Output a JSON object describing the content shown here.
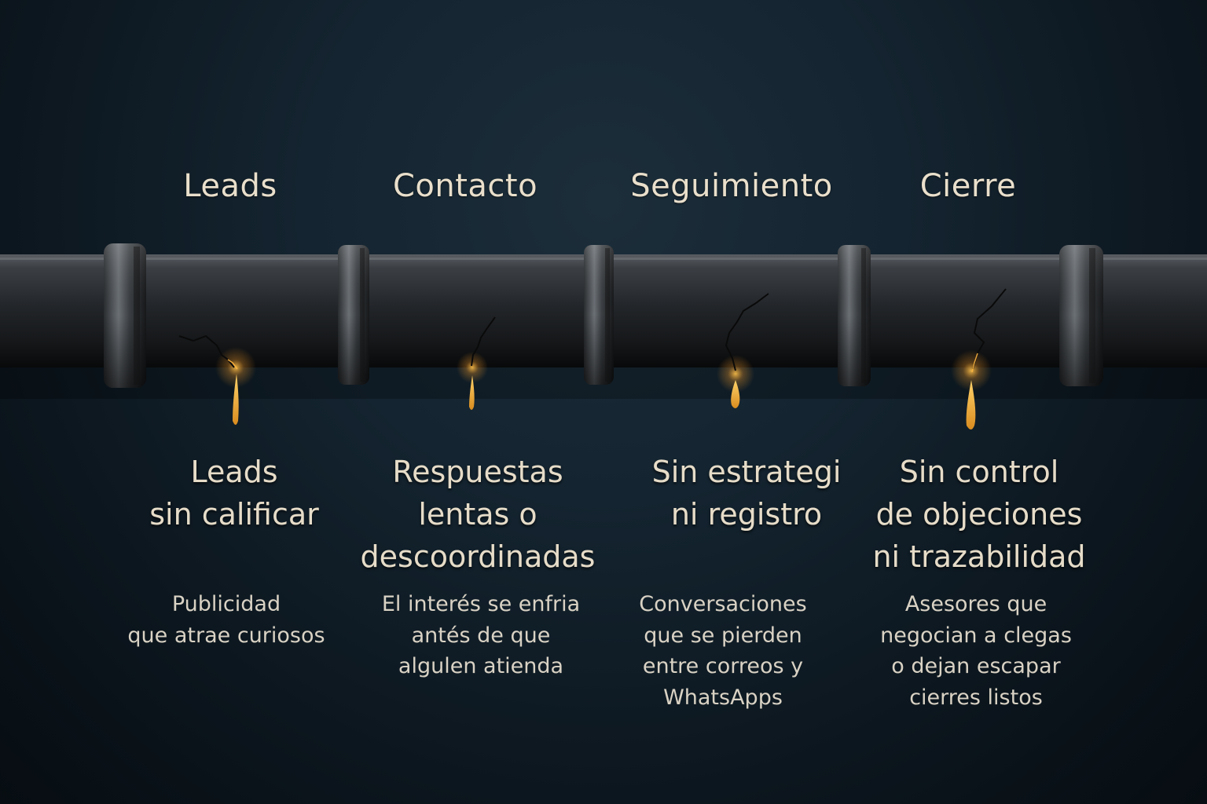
{
  "stages": [
    {
      "title": "Leads",
      "problem": [
        "Leads",
        "sin calificar"
      ],
      "description": [
        "Publicidad",
        "que atrae curiosos"
      ]
    },
    {
      "title": "Contacto",
      "problem": [
        "Respuestas",
        "lentas o",
        "descoordinadas"
      ],
      "description": [
        "El interés se enfria",
        "antés de que",
        "algulen atienda"
      ]
    },
    {
      "title": "Seguimiento",
      "problem": [
        "Sin estrategi",
        "ni registro"
      ],
      "description": [
        "Conversaciones",
        "que se pierden",
        "entre correos y",
        "WhatsApps"
      ]
    },
    {
      "title": "Cierre",
      "problem": [
        "Sin control",
        "de objeciones",
        "ni trazabilidad"
      ],
      "description": [
        "Asesores que",
        "negocian a clegas",
        "o dejan escapar",
        "cierres listos"
      ]
    }
  ],
  "colors": {
    "background": "#0f1d27",
    "pipe": "#2a2d31",
    "text": "#e6dcc8",
    "leak": "#f5b13a"
  },
  "icons": [
    "pipe",
    "pipe-flange",
    "crack",
    "leak-drop"
  ]
}
